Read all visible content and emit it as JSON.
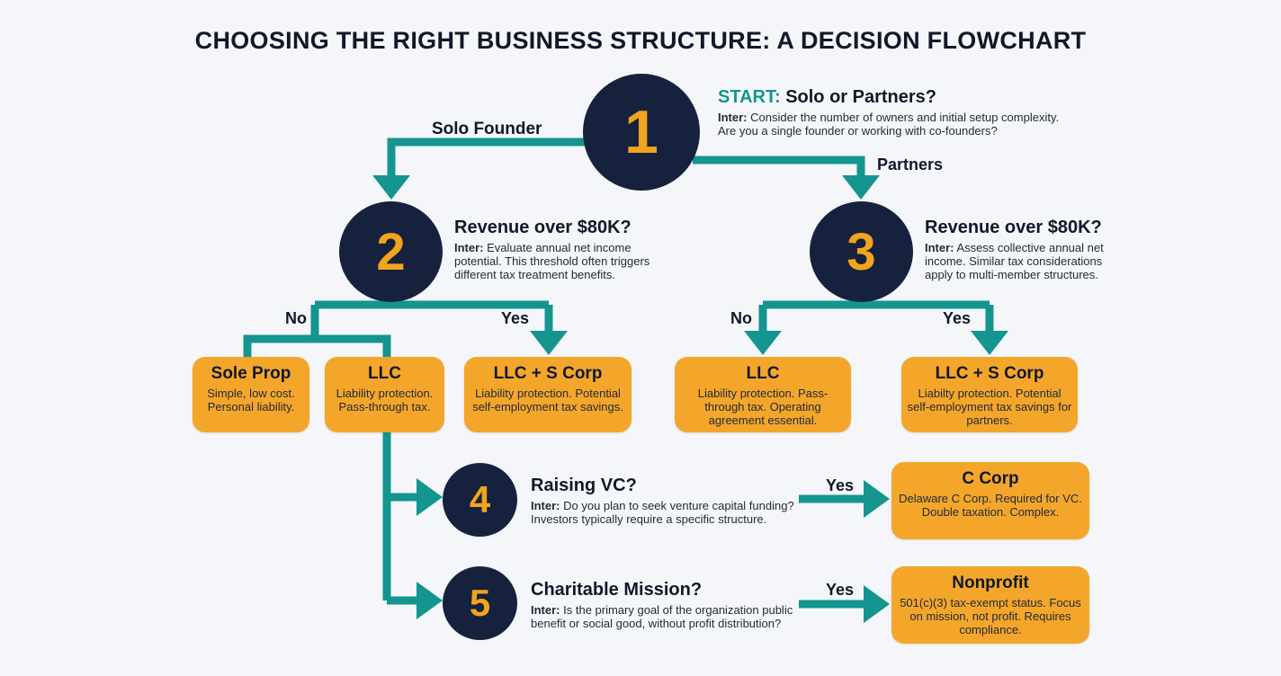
{
  "title": "CHOOSING THE RIGHT BUSINESS STRUCTURE: A DECISION FLOWCHART",
  "colors": {
    "teal": "#14958f",
    "navy": "#16213d",
    "orange": "#f4a62a",
    "number": "#f2a41c",
    "background": "#f4f6f9"
  },
  "nodes": {
    "n1": {
      "number": "1",
      "start_label": "START:",
      "title": "Solo or Partners?",
      "inter_label": "Inter:",
      "text": "Consider the number of owners and initial setup complexity. Are you a single founder or working with co-founders?"
    },
    "n2": {
      "number": "2",
      "title": "Revenue over $80K?",
      "inter_label": "Inter:",
      "text": "Evaluate annual net income potential. This threshold often triggers different tax treatment benefits."
    },
    "n3": {
      "number": "3",
      "title": "Revenue over $80K?",
      "inter_label": "Inter:",
      "text": "Assess collective annual net income. Similar tax considerations apply to multi-member structures."
    },
    "n4": {
      "number": "4",
      "title": "Raising VC?",
      "inter_label": "Inter:",
      "text": "Do you plan to seek venture capital funding? Investors typically require a specific structure."
    },
    "n5": {
      "number": "5",
      "title": "Charitable Mission?",
      "inter_label": "Inter:",
      "text": "Is the primary goal of the organization public benefit or social good, without profit distribution?"
    }
  },
  "branches": {
    "solo": "Solo Founder",
    "partners": "Partners",
    "no_left": "No",
    "yes_left": "Yes",
    "no_right": "No",
    "yes_right": "Yes",
    "yes_vc": "Yes",
    "yes_nonprofit": "Yes"
  },
  "outcomes": {
    "sole_prop": {
      "title": "Sole Prop",
      "desc": "Simple, low cost. Personal liability."
    },
    "llc_solo": {
      "title": "LLC",
      "desc": "Liability protection. Pass-through tax."
    },
    "llc_s_corp_solo": {
      "title": "LLC + S Corp",
      "desc": "Liability protection. Potential self-employment tax savings."
    },
    "llc_partners": {
      "title": "LLC",
      "desc": "Liability protection. Pass-through tax. Operating agreement essential."
    },
    "llc_s_corp_partners": {
      "title": "LLC + S Corp",
      "desc": "Liabilty protection. Potential self-employment tax savings for partners."
    },
    "c_corp": {
      "title": "C Corp",
      "desc": "Delaware C Corp. Required for VC. Double taxation. Complex."
    },
    "nonprofit": {
      "title": "Nonprofit",
      "desc": "501(c)(3) tax-exempt status. Focus on mission, not profit. Requires compliance."
    }
  }
}
